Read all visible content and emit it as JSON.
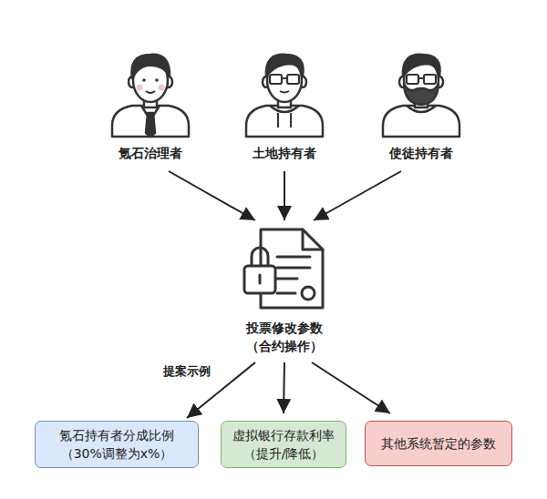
{
  "diagram": {
    "nodes": [
      {
        "text": [
          "氪石治理者"
        ]
      },
      {
        "text": [
          "土地持有者"
        ]
      },
      {
        "text": [
          "使徒持有者"
        ]
      },
      {
        "text": [
          "投票修改参数",
          "（合约操作）"
        ]
      },
      {
        "text": [
          "氪石持有者分成比例",
          "（30%调整为x%）"
        ]
      },
      {
        "text": [
          "虚拟银行存款利率",
          "（提升/降低）"
        ]
      },
      {
        "text": [
          "其他系统暂定的参数"
        ]
      }
    ],
    "edges": [
      {
        "from": 0,
        "to": 3,
        "arrow": "to"
      },
      {
        "from": 1,
        "to": 3,
        "arrow": "to"
      },
      {
        "from": 2,
        "to": 3,
        "arrow": "to"
      },
      {
        "from": 3,
        "to": 4,
        "arrow": "to"
      },
      {
        "from": 3,
        "to": 5,
        "arrow": "to"
      },
      {
        "from": 3,
        "to": 6,
        "arrow": "to"
      }
    ],
    "labels": [
      "提案示例"
    ]
  }
}
